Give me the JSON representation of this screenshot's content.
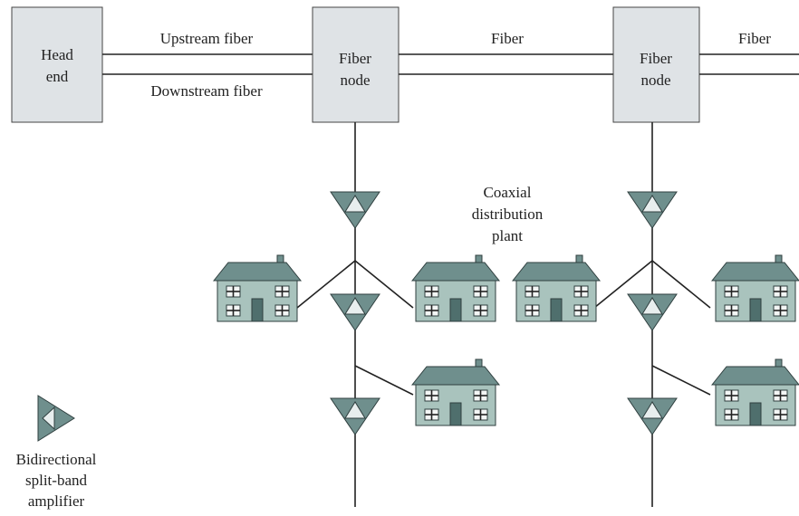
{
  "headend": {
    "line1": "Head",
    "line2": "end"
  },
  "links": {
    "upstream": "Upstream fiber",
    "downstream": "Downstream fiber",
    "fiber_mid": "Fiber",
    "fiber_right": "Fiber"
  },
  "nodes": [
    {
      "line1": "Fiber",
      "line2": "node"
    },
    {
      "line1": "Fiber",
      "line2": "node"
    }
  ],
  "coax": {
    "line1": "Coaxial",
    "line2": "distribution",
    "line3": "plant"
  },
  "legend": {
    "line1": "Bidirectional",
    "line2": "split-band",
    "line3": "amplifier"
  },
  "colors": {
    "box_fill": "#dfe3e6",
    "amplifier": "#6f8f8d",
    "house_wall": "#a9c3bd",
    "house_roof": "#6f8f8d"
  }
}
